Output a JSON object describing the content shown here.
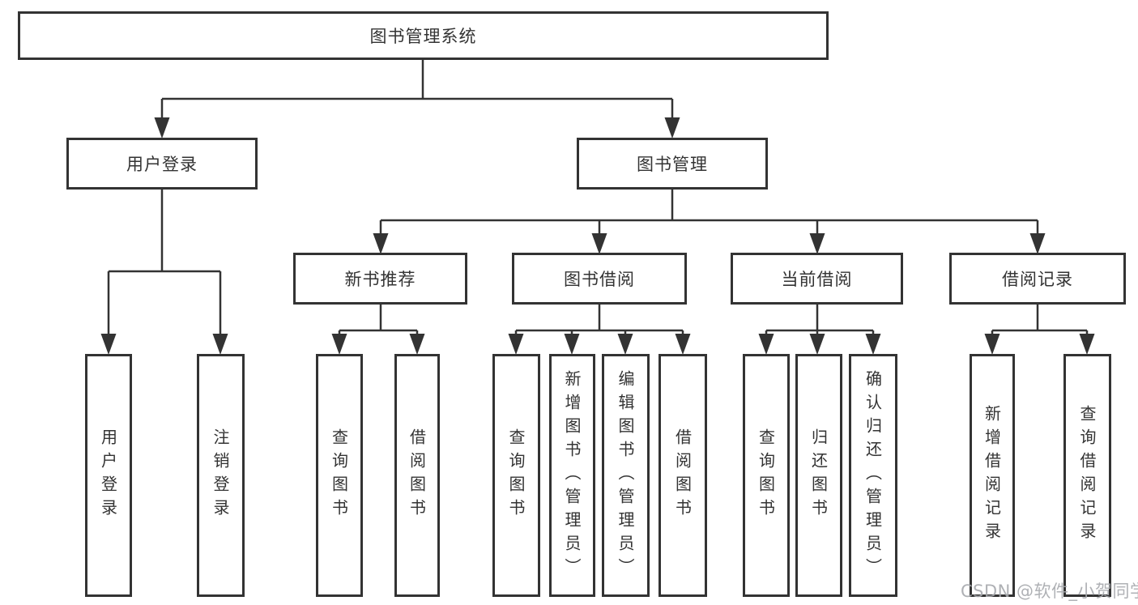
{
  "colors": {
    "line": "#333333",
    "box_border": "#333333",
    "text": "#333333",
    "watermark": "#a7a9ad",
    "background": "#ffffff"
  },
  "tree": {
    "root": "图书管理系统",
    "user_branch": {
      "label": "用户登录",
      "children": [
        "用户登录",
        "注销登录"
      ]
    },
    "management_branch": {
      "label": "图书管理",
      "groups": [
        {
          "label": "新书推荐",
          "children": [
            "查询图书",
            "借阅图书"
          ]
        },
        {
          "label": "图书借阅",
          "children": [
            "查询图书",
            "新增图书（管理员）",
            "编辑图书（管理员）",
            "借阅图书"
          ]
        },
        {
          "label": "当前借阅",
          "children": [
            "查询图书",
            "归还图书",
            "确认归还（管理员）"
          ]
        },
        {
          "label": "借阅记录",
          "children": [
            "新增借阅记录",
            "查询借阅记录"
          ]
        }
      ]
    }
  },
  "watermark": {
    "text": "CSDN @软件_小贺同学"
  }
}
